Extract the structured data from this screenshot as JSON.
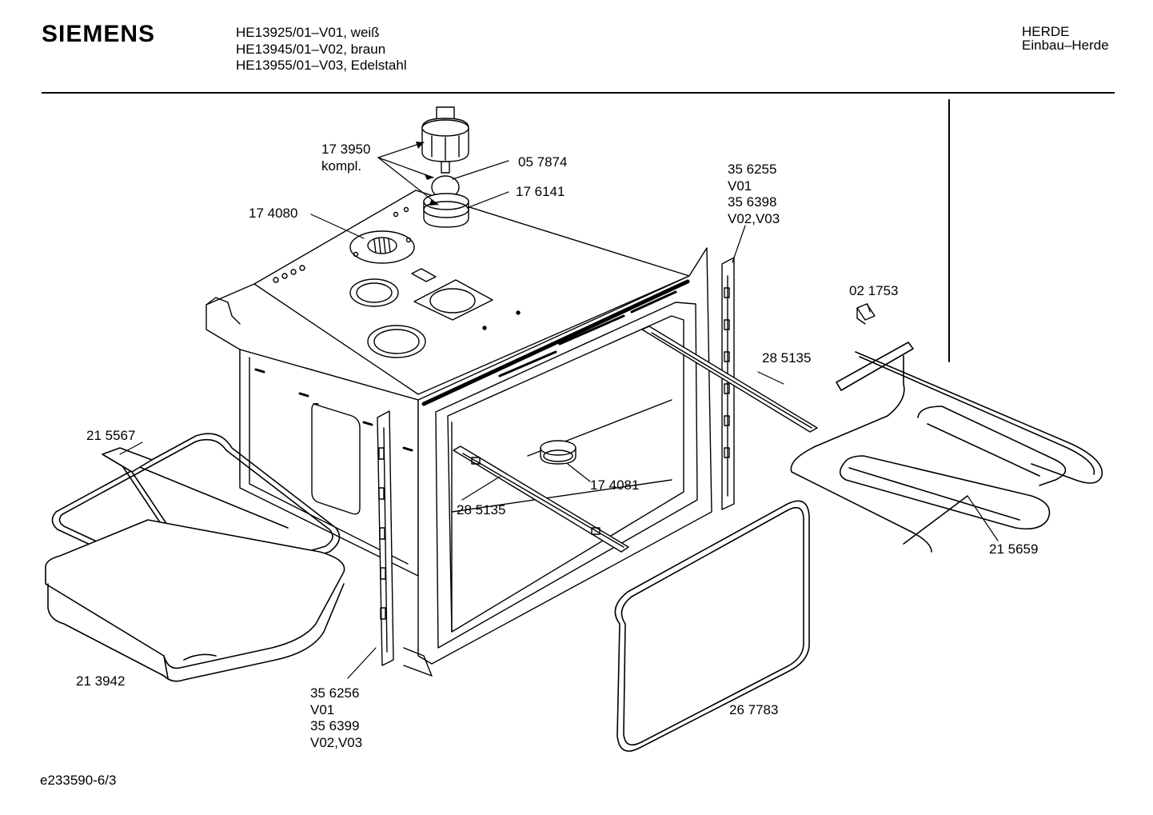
{
  "header": {
    "brand": "SIEMENS",
    "models": [
      "HE13925/01–V01, weiß",
      "HE13945/01–V02, braun",
      "HE13955/01–V03, Edelstahl"
    ],
    "category_line1": "HERDE",
    "category_line2": "Einbau–Herde"
  },
  "footer": {
    "drawing_id": "e233590-6/3"
  },
  "part_labels": {
    "p173950": [
      "17 3950",
      "kompl."
    ],
    "p057874": [
      "05 7874"
    ],
    "p176141": [
      "17 6141"
    ],
    "p174080": [
      "17 4080"
    ],
    "p356255": [
      "35 6255",
      "V01",
      "35 6398",
      "V02,V03"
    ],
    "p021753": [
      "02 1753"
    ],
    "p285135a": [
      "28 5135"
    ],
    "p215567": [
      "21 5567"
    ],
    "p174081": [
      "17 4081"
    ],
    "p285135b": [
      "28 5135"
    ],
    "p215659": [
      "21 5659"
    ],
    "p213942": [
      "21 3942"
    ],
    "p356256": [
      "35 6256",
      "V01",
      "35 6399",
      "V02,V03"
    ],
    "p267783": [
      "26 7783"
    ]
  }
}
